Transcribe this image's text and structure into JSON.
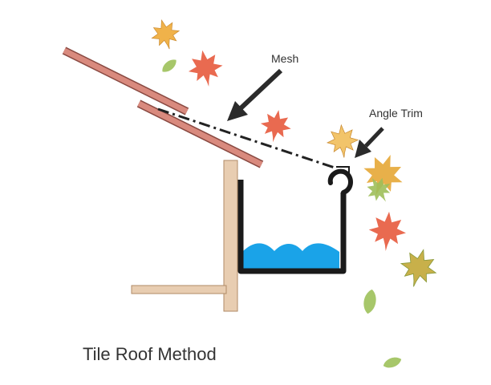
{
  "diagram": {
    "title": "Tile Roof Method",
    "labels": {
      "mesh": "Mesh",
      "angle_trim": "Angle Trim"
    },
    "colors": {
      "tile": "#d98a7e",
      "tile_stroke": "#8a4a42",
      "timber": "#e8cdb1",
      "timber_stroke": "#b08a66",
      "gutter": "#1a1a1a",
      "water": "#1aa3e8",
      "arrow": "#2b2b2b",
      "maple_red": "#e96a50",
      "leaf_orange": "#f0b24a",
      "leaf_green": "#a7c76a",
      "leaf_olive": "#c8b04a"
    }
  }
}
